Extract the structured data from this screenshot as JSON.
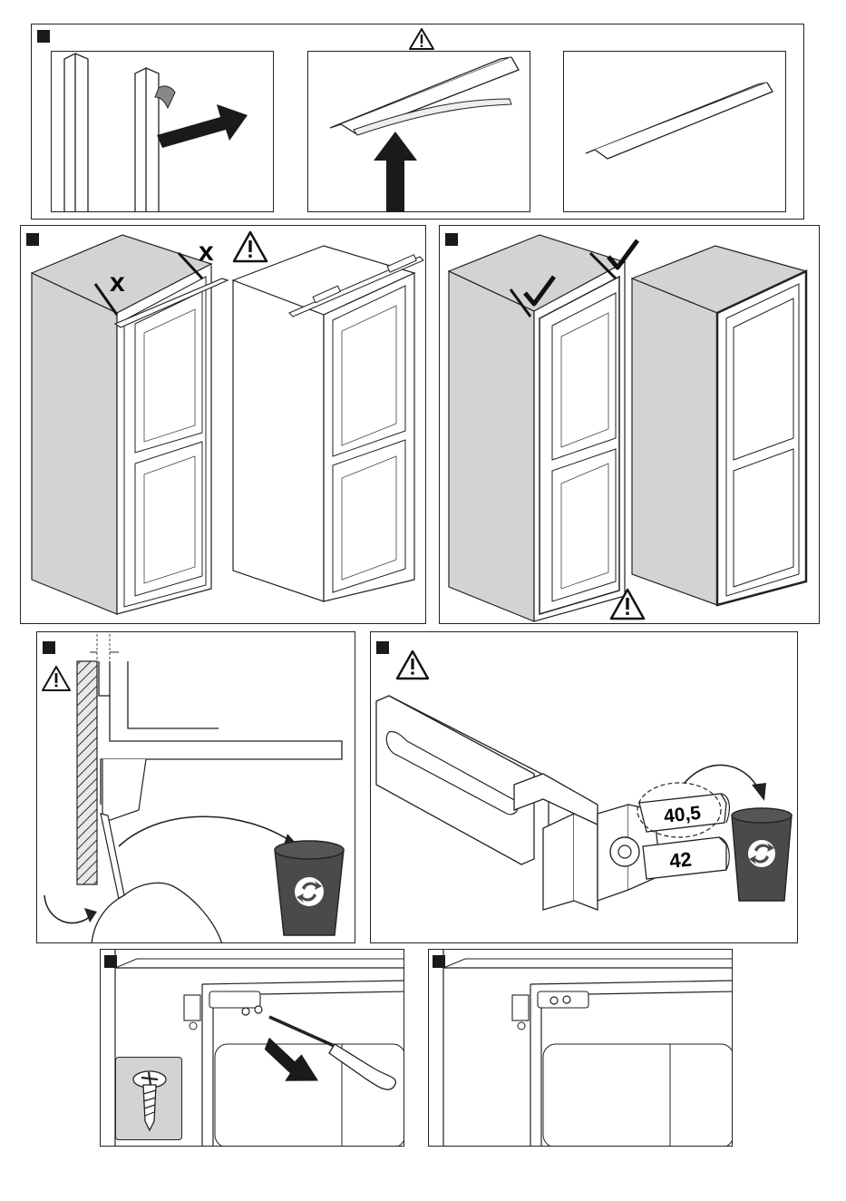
{
  "panels": {
    "strip": {
      "step": ""
    },
    "cabinet_wrong": {
      "step": "",
      "mark_left": "x",
      "mark_right": "x"
    },
    "cabinet_right": {
      "step": ""
    },
    "gap_detail": {
      "step": ""
    },
    "bracket": {
      "step": "",
      "label_top": "40,5",
      "label_bottom": "42"
    },
    "screw_mount": {
      "step": ""
    },
    "screw_done": {
      "step": ""
    }
  },
  "colors": {
    "cabinet_gray": "#d3d3d3",
    "bin_dark": "#4a4a4a",
    "outline": "#222222",
    "marker": "#1a1a1a"
  },
  "icons": [
    "warning-triangle-icon",
    "recycle-bin-icon",
    "check-mark-icon",
    "cross-mark-icon",
    "arrow-icon",
    "screwdriver-icon",
    "screw-icon"
  ]
}
